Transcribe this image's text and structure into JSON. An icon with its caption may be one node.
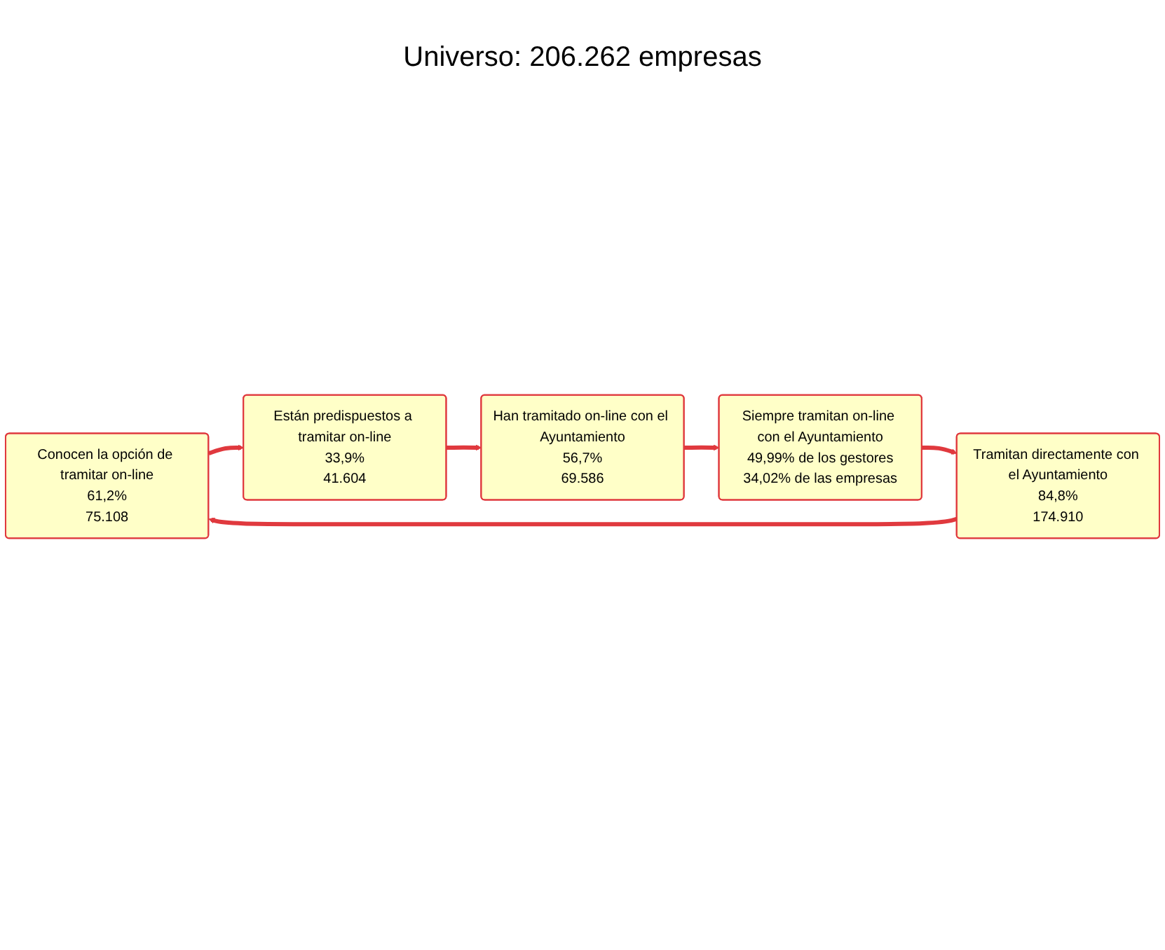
{
  "diagram": {
    "nodes": [
      {
        "text": [
          "Conocen la opción de tramitar on-line",
          "61,2%",
          "75.108"
        ]
      },
      {
        "text": [
          "Están predispuestos a tramitar on-line",
          "33,9%",
          "41.604"
        ]
      },
      {
        "text": [
          "Han tramitado on-line con el Ayuntamiento",
          "56,7%",
          "69.586"
        ]
      },
      {
        "text": [
          "Siempre tramitan on-line con el Ayuntamiento",
          "49,99% de los gestores",
          "34,02% de las empresas"
        ]
      },
      {
        "text": [
          "Tramitan directamente con el Ayuntamiento",
          "84,8%",
          "174.910"
        ]
      }
    ],
    "edges": [
      {
        "from": 0,
        "to": 1,
        "arrow": "to"
      },
      {
        "from": 1,
        "to": 2,
        "arrow": "to"
      },
      {
        "from": 2,
        "to": 3,
        "arrow": "to"
      },
      {
        "from": 3,
        "to": 4,
        "arrow": "to"
      },
      {
        "from": 4,
        "to": 0,
        "arrow": "to"
      }
    ],
    "labels": [
      "Universo: 206.262 empresas"
    ]
  }
}
